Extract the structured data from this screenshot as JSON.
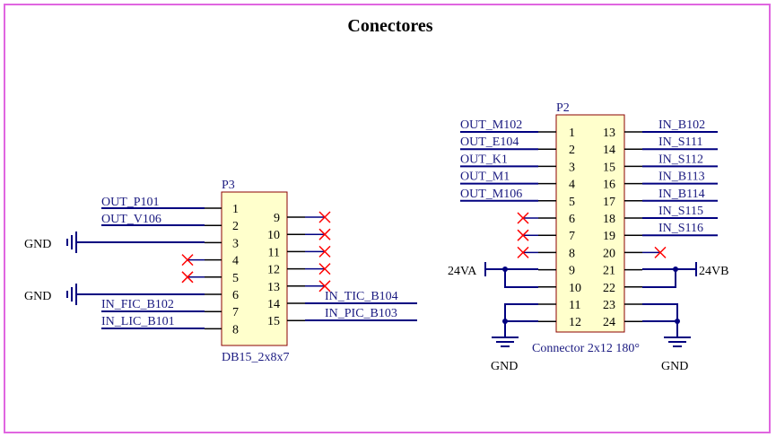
{
  "title": "Conectores",
  "colors": {
    "frame": "#e066e0",
    "body_fill": "#ffffcc",
    "body_stroke": "#8b0000",
    "wire": "#000080",
    "pin": "#000000",
    "noconnect": "#ff0000",
    "net_label": "#1a1a80",
    "junction": "#000080"
  },
  "p3": {
    "designator": "P3",
    "part": "DB15_2x8x7",
    "left_pins": [
      "1",
      "2",
      "3",
      "4",
      "5",
      "6",
      "7",
      "8"
    ],
    "right_pins": [
      "9",
      "10",
      "11",
      "12",
      "13",
      "14",
      "15"
    ],
    "nets": {
      "pin1": "OUT_P101",
      "pin2": "OUT_V106",
      "pin6": "IN_FIC_B102",
      "pin7": "IN_LIC_B101",
      "pin14": "IN_TIC_B104",
      "pin15": "IN_PIC_B103"
    },
    "gnd1": "GND",
    "gnd2": "GND"
  },
  "p2": {
    "designator": "P2",
    "part": "Connector 2x12 180°",
    "left_pins": [
      "1",
      "2",
      "3",
      "4",
      "5",
      "6",
      "7",
      "8",
      "9",
      "10",
      "11",
      "12"
    ],
    "right_pins": [
      "13",
      "14",
      "15",
      "16",
      "17",
      "18",
      "19",
      "20",
      "21",
      "22",
      "23",
      "24"
    ],
    "left_nets": [
      "OUT_M102",
      "OUT_E104",
      "OUT_K1",
      "OUT_M1",
      "OUT_M106"
    ],
    "right_nets": [
      "IN_B102",
      "IN_S111",
      "IN_S112",
      "IN_B113",
      "IN_B114",
      "IN_S115",
      "IN_S116"
    ],
    "power_left": "24VA",
    "power_right": "24VB",
    "gnd_left": "GND",
    "gnd_right": "GND"
  }
}
